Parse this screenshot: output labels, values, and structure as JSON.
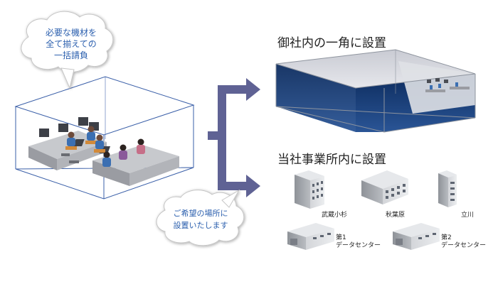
{
  "left_bubble": {
    "line1": "必要な機材を",
    "line2": "全て揃えての",
    "line3": "一括請負"
  },
  "bottom_bubble": {
    "line1": "ご希望の場所に",
    "line2": "設置いたします"
  },
  "option_top": {
    "heading": "御社内の一角に設置"
  },
  "option_bottom": {
    "heading": "当社事業所内に設置",
    "locations": [
      {
        "name": "武蔵小杉"
      },
      {
        "name": "秋葉原"
      },
      {
        "name": "立川"
      },
      {
        "number": "第1",
        "name": "データセンター"
      },
      {
        "number": "第2",
        "name": "データセンター"
      }
    ]
  },
  "colors": {
    "bubble_text": "#2b5fae",
    "bracket": "#5f6294",
    "room_floor": "#1b3f7a",
    "box_outline": "#3a5fa8"
  }
}
